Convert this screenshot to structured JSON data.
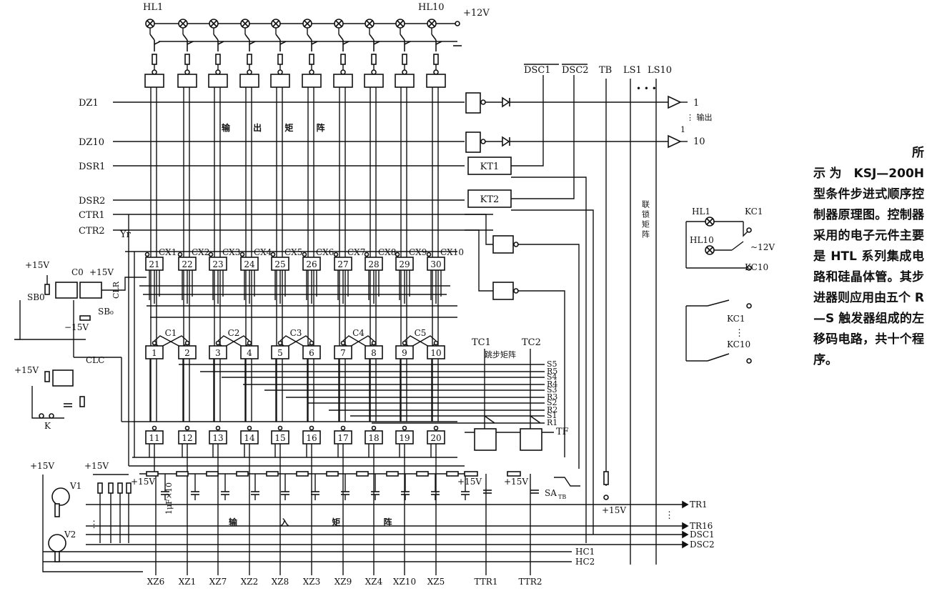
{
  "lamps": {
    "first": "HL1",
    "last": "HL10",
    "supply": "+12V"
  },
  "output_matrix": {
    "label": "输 出 矩 阵"
  },
  "input_matrix": {
    "label": "输 入 矩 阵"
  },
  "jump_matrix": {
    "label": "跳步矩阵"
  },
  "interlock_matrix": {
    "label": "联锁矩阵"
  },
  "left_lines": [
    "DZ1",
    "DZ10",
    "DSR1",
    "DSR2",
    "CTR1",
    "CTR2"
  ],
  "top_right_labels": [
    "DSC1",
    "DSC2",
    "TB",
    "LS1",
    "LS10",
    "• • •"
  ],
  "timers": [
    "KT1",
    "KT2"
  ],
  "outputs": {
    "first": "1",
    "last": "10",
    "label": "输出"
  },
  "upper_gates": [
    "21",
    "22",
    "23",
    "24",
    "25",
    "26",
    "27",
    "28",
    "29",
    "30"
  ],
  "upper_outputs": [
    "CX1",
    "CX2",
    "CX3",
    "CX4",
    "CX5",
    "CX6",
    "CX7",
    "CX8",
    "CX9",
    "CX10"
  ],
  "flipflops": [
    "C1",
    "C2",
    "C3",
    "C4",
    "C5"
  ],
  "middle_gates": [
    "1",
    "2",
    "3",
    "4",
    "5",
    "6",
    "7",
    "8",
    "9",
    "10"
  ],
  "lower_gates": [
    "11",
    "12",
    "13",
    "14",
    "15",
    "16",
    "17",
    "18",
    "19",
    "20"
  ],
  "jump_labels": [
    "S5",
    "R5",
    "S4",
    "R4",
    "S3",
    "R3",
    "S2",
    "R2",
    "S1",
    "R1"
  ],
  "tc_labels": [
    "TC1",
    "TC2",
    "TF"
  ],
  "bottom_labels": [
    "XZ6",
    "XZ1",
    "XZ7",
    "XZ2",
    "XZ8",
    "XZ3",
    "XZ9",
    "XZ4",
    "XZ10",
    "XZ5",
    "TTR1",
    "TTR2"
  ],
  "right_bus": [
    "TR1",
    "TR16",
    "DSC1",
    "DSC2",
    "HC1",
    "HC2"
  ],
  "left_controls": {
    "p15": "+15V",
    "c0": "C0",
    "sb0": "SB0",
    "sb0b": "SB₀",
    "m15": "−15V",
    "clc": "CLC",
    "k": "K",
    "clr": "CLR",
    "yr": "Yr"
  },
  "transistors": [
    "V1",
    "V2"
  ],
  "cap_label": "1μF×10",
  "sa_label": "SA",
  "sa_sub": "TB",
  "relay": {
    "hl1": "HL1",
    "hl10": "HL10",
    "kc1": "KC1",
    "kc10": "KC10",
    "supply": "~12V"
  },
  "caption": {
    "first": "所",
    "rest": "示为 KSJ—200H型条件步进式顺序控制器原理图。控制器采用的电子元件主要是 HTL 系列集成电路和硅晶体管。其步进器则应用由五个 R—S 触发器组成的左移码电路，共十个程序。"
  }
}
